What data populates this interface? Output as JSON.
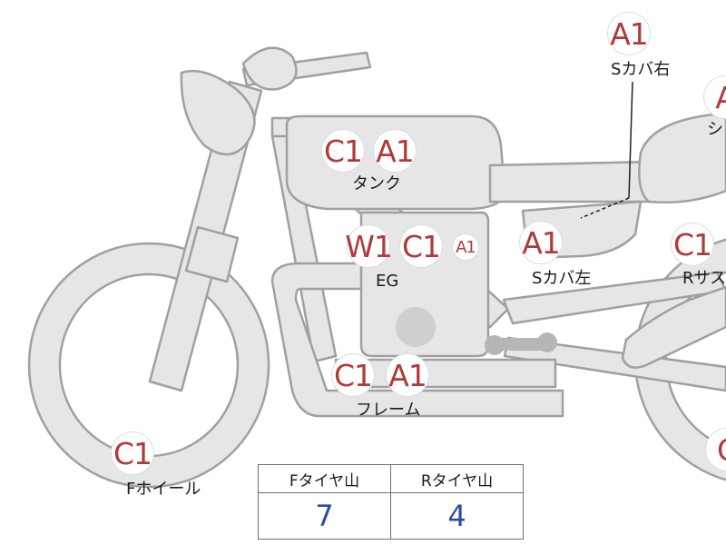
{
  "colors": {
    "part_fill": "#e6e6e6",
    "part_stroke": "#a0a0a0",
    "grade_text": "#b03a3a",
    "tread_value": "#2a4f9a"
  },
  "parts": {
    "tank": {
      "grades": [
        "C1",
        "A1"
      ],
      "label": "タンク"
    },
    "engine": {
      "grades": [
        "W1",
        "C1",
        "A1"
      ],
      "label": "EG"
    },
    "side_cover_left": {
      "grades": [
        "A1"
      ],
      "label": "Sカバ左"
    },
    "side_cover_right": {
      "grades": [
        "A1"
      ],
      "label": "Sカバ右"
    },
    "seat": {
      "grades": [
        "A"
      ],
      "label": "シ"
    },
    "rear_suspension": {
      "grades": [
        "C1"
      ],
      "label": "Rサス"
    },
    "frame": {
      "grades": [
        "C1",
        "A1"
      ],
      "label": "フレーム"
    },
    "front_wheel": {
      "grades": [
        "C1"
      ],
      "label": "Fホイール"
    },
    "rear_wheel": {
      "grades": [
        "C"
      ]
    }
  },
  "tread_table": {
    "headers": [
      "Fタイヤ山",
      "Rタイヤ山"
    ],
    "values": [
      "7",
      "4"
    ]
  }
}
